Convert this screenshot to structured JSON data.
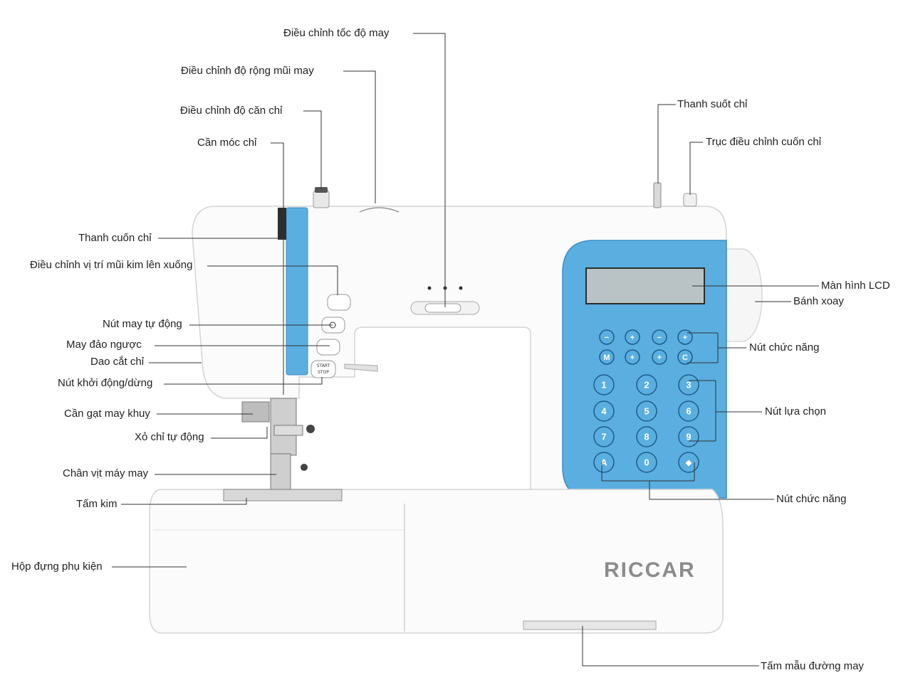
{
  "brand": "RICCAR",
  "colors": {
    "panel_blue": "#5aaee0",
    "body_white": "#ffffff",
    "leader_line": "#333333"
  },
  "controls": {
    "function_keys": [
      "−",
      "+",
      "−",
      "+",
      "M",
      "+",
      "+",
      "C"
    ],
    "number_keys": [
      "1",
      "2",
      "3",
      "4",
      "5",
      "6",
      "7",
      "8",
      "9",
      "A",
      "0"
    ],
    "start_stop": "START STOP"
  },
  "labels": {
    "speed": "Điều chỉnh tốc độ may",
    "stitch_width": "Điều chỉnh độ rộng mũi may",
    "tension": "Điều chỉnh độ căn chỉ",
    "thread_lever": "Cần móc chỉ",
    "bobbin_bar": "Thanh cuốn chỉ",
    "needle_position": "Điều chỉnh vị trí mũi kim lên xuống",
    "auto_sew": "Nút may tự động",
    "reverse": "May đảo ngược",
    "cutter": "Dao cắt chỉ",
    "start_stop": "Nút khởi động/dừng",
    "buttonhole_lever": "Cần gạt may khuy",
    "auto_threader": "Xỏ chỉ tự động",
    "presser_foot": "Chân vịt máy may",
    "needle_plate": "Tấm kim",
    "accessory_box": "Hộp đựng phụ kiện",
    "spool_pin": "Thanh suốt chỉ",
    "winder_shaft": "Trục điều chỉnh cuốn chỉ",
    "lcd": "Màn hình LCD",
    "handwheel": "Bánh xoay",
    "function_buttons_top": "Nút chức năng",
    "selection_buttons": "Nút lựa chọn",
    "function_buttons_bottom": "Nút chức năng",
    "stitch_chart": "Tấm mẫu đường may"
  }
}
